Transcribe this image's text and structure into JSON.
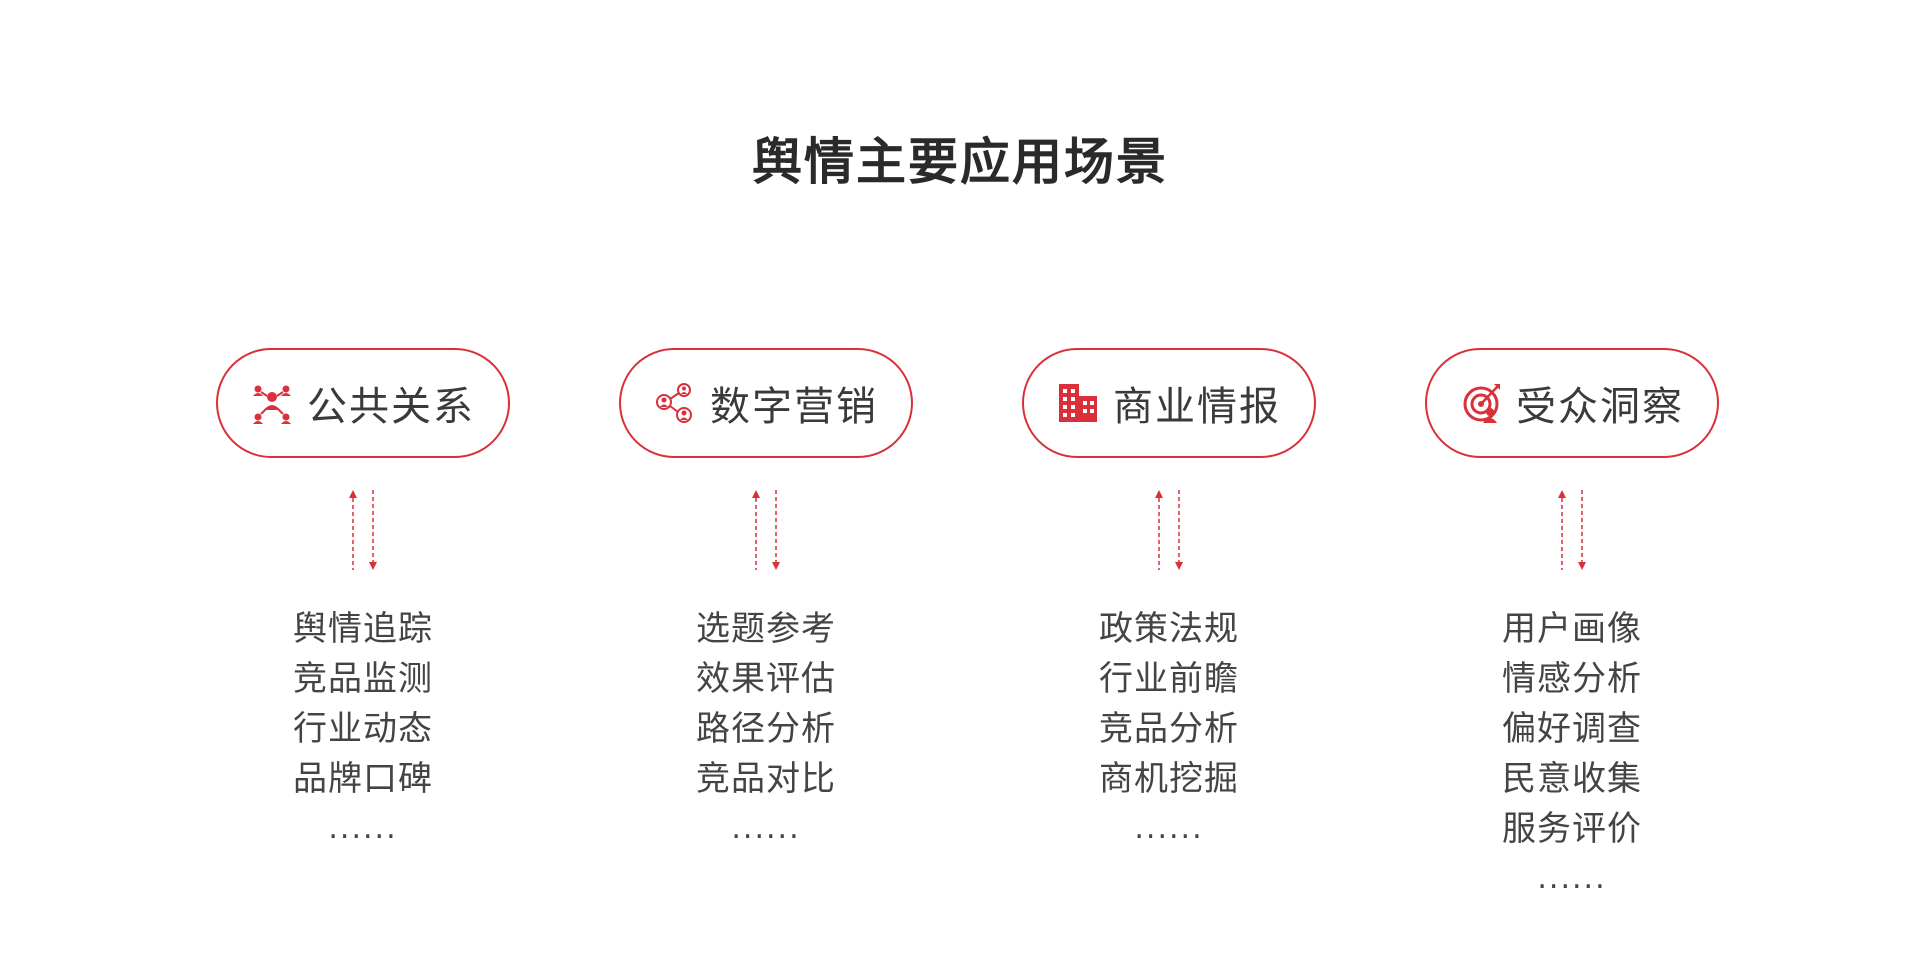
{
  "title": "舆情主要应用场景",
  "accent_color": "#d9303a",
  "columns": [
    {
      "label": "公共关系",
      "icon": "people-network-icon",
      "items": [
        "舆情追踪",
        "竞品监测",
        "行业动态",
        "品牌口碑"
      ],
      "more": "......"
    },
    {
      "label": "数字营销",
      "icon": "user-share-icon",
      "items": [
        "选题参考",
        "效果评估",
        "路径分析",
        "竞品对比"
      ],
      "more": "......"
    },
    {
      "label": "商业情报",
      "icon": "building-icon",
      "items": [
        "政策法规",
        "行业前瞻",
        "竞品分析",
        "商机挖掘"
      ],
      "more": "......"
    },
    {
      "label": "受众洞察",
      "icon": "target-user-icon",
      "items": [
        "用户画像",
        "情感分析",
        "偏好调查",
        "民意收集",
        "服务评价"
      ],
      "more": "......"
    }
  ]
}
